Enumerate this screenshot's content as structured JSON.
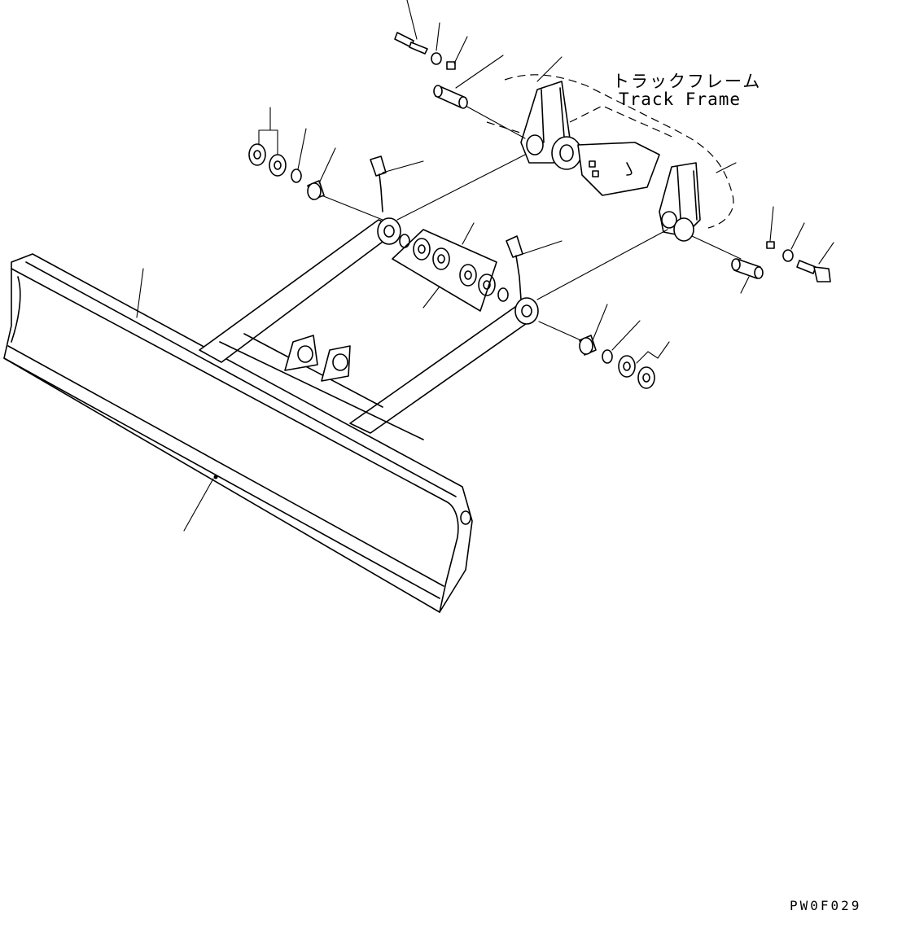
{
  "labels": {
    "track_frame_jp": "トラックフレーム",
    "track_frame_en": "Track Frame"
  },
  "drawing_code": "PW0F029",
  "colors": {
    "line": "#000000",
    "background": "#ffffff"
  }
}
